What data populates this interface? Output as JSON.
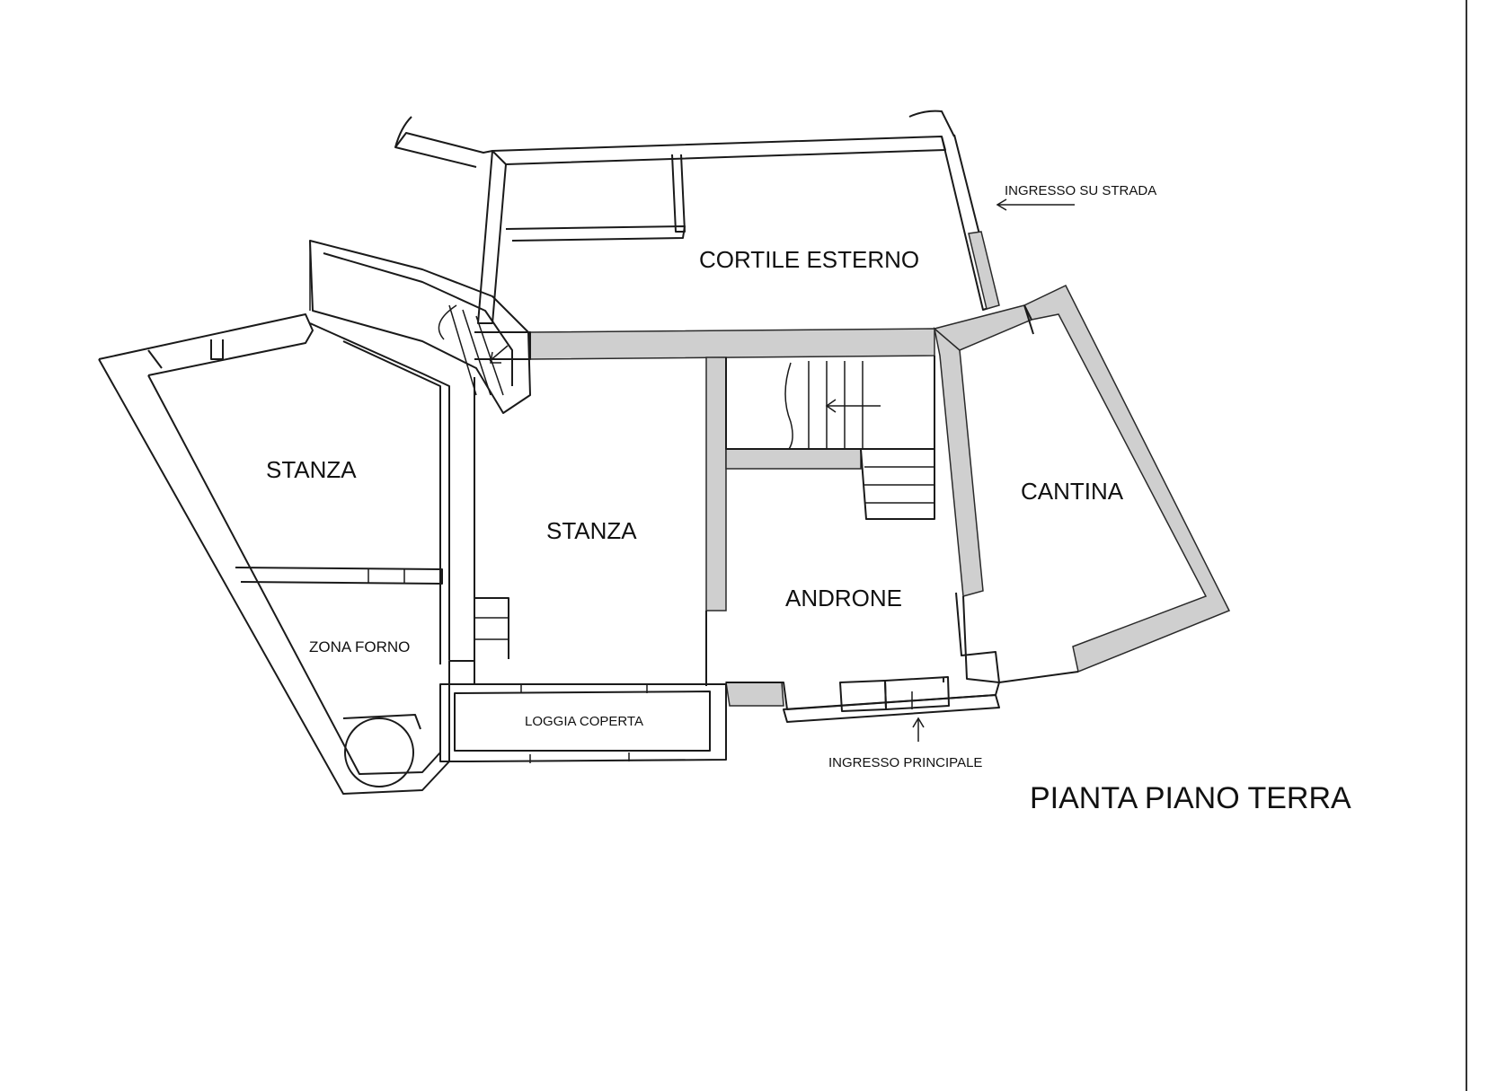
{
  "plan": {
    "title": "PIANTA PIANO TERRA",
    "rooms": {
      "cortile": "CORTILE ESTERNO",
      "stanza_left": "STANZA",
      "stanza_center": "STANZA",
      "androne": "ANDRONE",
      "cantina": "CANTINA",
      "zona_forno": "ZONA FORNO",
      "loggia": "LOGGIA COPERTA"
    },
    "annotations": {
      "street_entrance": "INGRESSO SU STRADA",
      "main_entrance": "INGRESSO PRINCIPALE"
    },
    "colors": {
      "wall_fill": "#cfcfcf",
      "line": "#1a1a1a"
    }
  }
}
